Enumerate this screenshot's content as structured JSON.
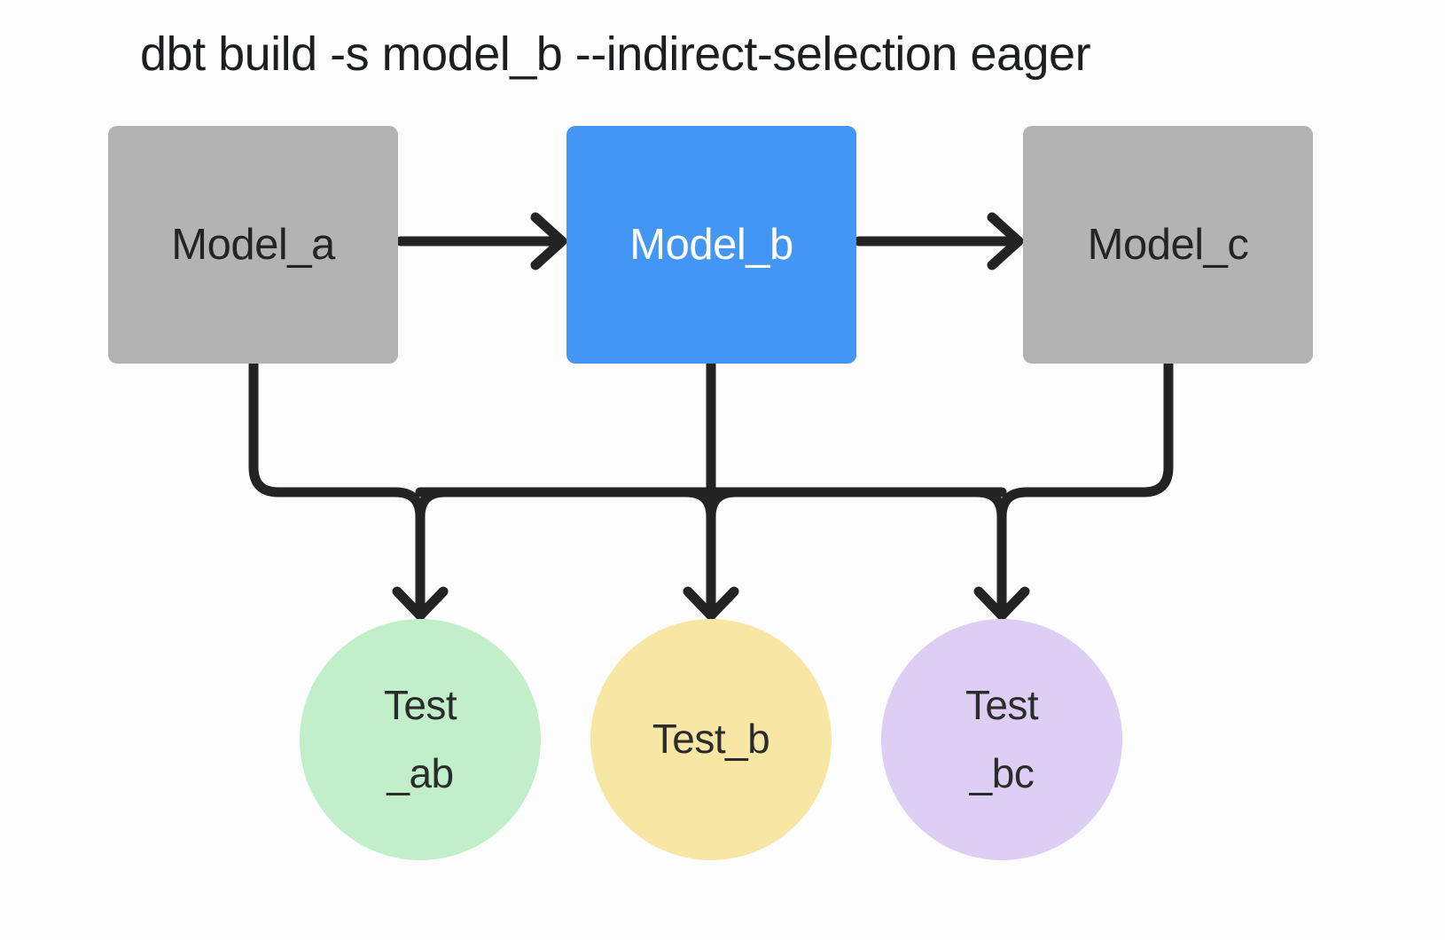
{
  "title": "dbt build -s model_b --indirect-selection eager",
  "colors": {
    "background": "#fdfdfd",
    "line": "#232323",
    "title_ink": "#1d1e20",
    "model_default_fill": "#b3b3b3",
    "model_selected_fill": "#4396f3",
    "test_ab_fill": "#c0efc9",
    "test_b_fill": "#f8e7a4",
    "test_bc_fill": "#ddcff4"
  },
  "diagram": {
    "models": [
      {
        "id": "model_a",
        "label": "Model_a",
        "fill": "#b3b3b3",
        "text_color": "#242424",
        "selected": false
      },
      {
        "id": "model_b",
        "label": "Model_b",
        "fill": "#4396f3",
        "text_color": "#ffffff",
        "selected": true
      },
      {
        "id": "model_c",
        "label": "Model_c",
        "fill": "#b3b3b3",
        "text_color": "#242424",
        "selected": false
      }
    ],
    "tests": [
      {
        "id": "test_ab",
        "label_lines": [
          "Test",
          "_ab"
        ],
        "fill": "#c0efc9"
      },
      {
        "id": "test_b",
        "label_lines": [
          "Test_b"
        ],
        "fill": "#f8e7a4"
      },
      {
        "id": "test_bc",
        "label_lines": [
          "Test",
          "_bc"
        ],
        "fill": "#ddcff4"
      }
    ],
    "edges": [
      {
        "from": "model_a",
        "to": "model_b"
      },
      {
        "from": "model_b",
        "to": "model_c"
      },
      {
        "from": "model_a",
        "to": "tests_bus"
      },
      {
        "from": "model_b",
        "to": "tests_bus"
      },
      {
        "from": "model_c",
        "to": "tests_bus"
      },
      {
        "from": "tests_bus",
        "to": "test_ab"
      },
      {
        "from": "tests_bus",
        "to": "test_b"
      },
      {
        "from": "tests_bus",
        "to": "test_bc"
      }
    ]
  }
}
